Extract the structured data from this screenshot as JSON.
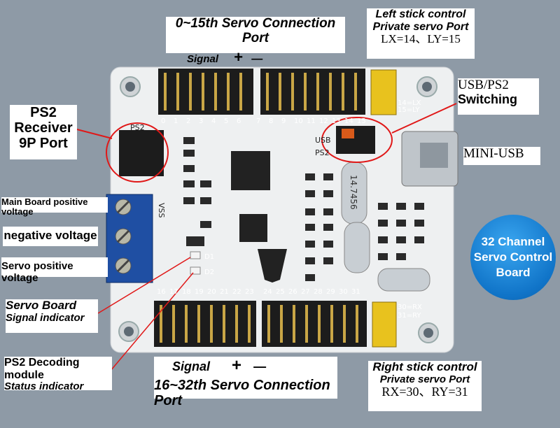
{
  "labels": {
    "top_port_title": "0~15th Servo Connection Port",
    "top_signal": "Signal",
    "top_plus": "+",
    "top_minus": "—",
    "left_stick_1": "Left stick control",
    "left_stick_2": "Private servo Port",
    "left_stick_3": "LX=14、LY=15",
    "usb_ps2_1": "USB/PS2",
    "usb_ps2_2": "Switching",
    "mini_usb": "MINI-USB",
    "ps2_receiver_1": "PS2",
    "ps2_receiver_2": "Receiver",
    "ps2_receiver_3": "9P Port",
    "main_board_voltage": "Main Board positive voltage",
    "negative_voltage": "negative voltage",
    "servo_voltage": "Servo positive voltage",
    "servo_indicator_1": "Servo Board",
    "servo_indicator_2": "Signal indicator",
    "ps2_module_1": "PS2 Decoding module",
    "ps2_module_2": "Status indicator",
    "bottom_signal": "Signal",
    "bottom_plus": "+",
    "bottom_minus": "—",
    "bottom_port_title": "16~32th Servo Connection Port",
    "right_stick_1": "Right stick control",
    "right_stick_2": "Private servo Port",
    "right_stick_3": "RX=30、RY=31",
    "badge_1": "32 Channel",
    "badge_2": "Servo Control",
    "badge_3": "Board"
  },
  "silkscreen": {
    "top_numbers": [
      "0",
      "1",
      "2",
      "3",
      "4",
      "5",
      "6",
      "7",
      "8",
      "9",
      "10",
      "11",
      "12",
      "13",
      "14",
      "15"
    ],
    "bottom_numbers": [
      "16",
      "17",
      "18",
      "19",
      "20",
      "21",
      "22",
      "23",
      "24",
      "25",
      "26",
      "27",
      "28",
      "29",
      "30",
      "31"
    ],
    "lx": "14=LX",
    "ly": "15=LY",
    "rx": "30=RX",
    "ry": "31=RY",
    "usb": "USB",
    "ps2": "PS2",
    "ps2_conn": "PS2",
    "d1": "D1",
    "d2": "D2",
    "vss": "VSS",
    "crystal": "14.7456"
  },
  "colors": {
    "board": "#eef0f1",
    "header": "#1c1c1c",
    "yellow_header": "#e8c21e",
    "terminal": "#1f4fa3",
    "badge": "#1677cc",
    "callout_line": "#e01818"
  }
}
